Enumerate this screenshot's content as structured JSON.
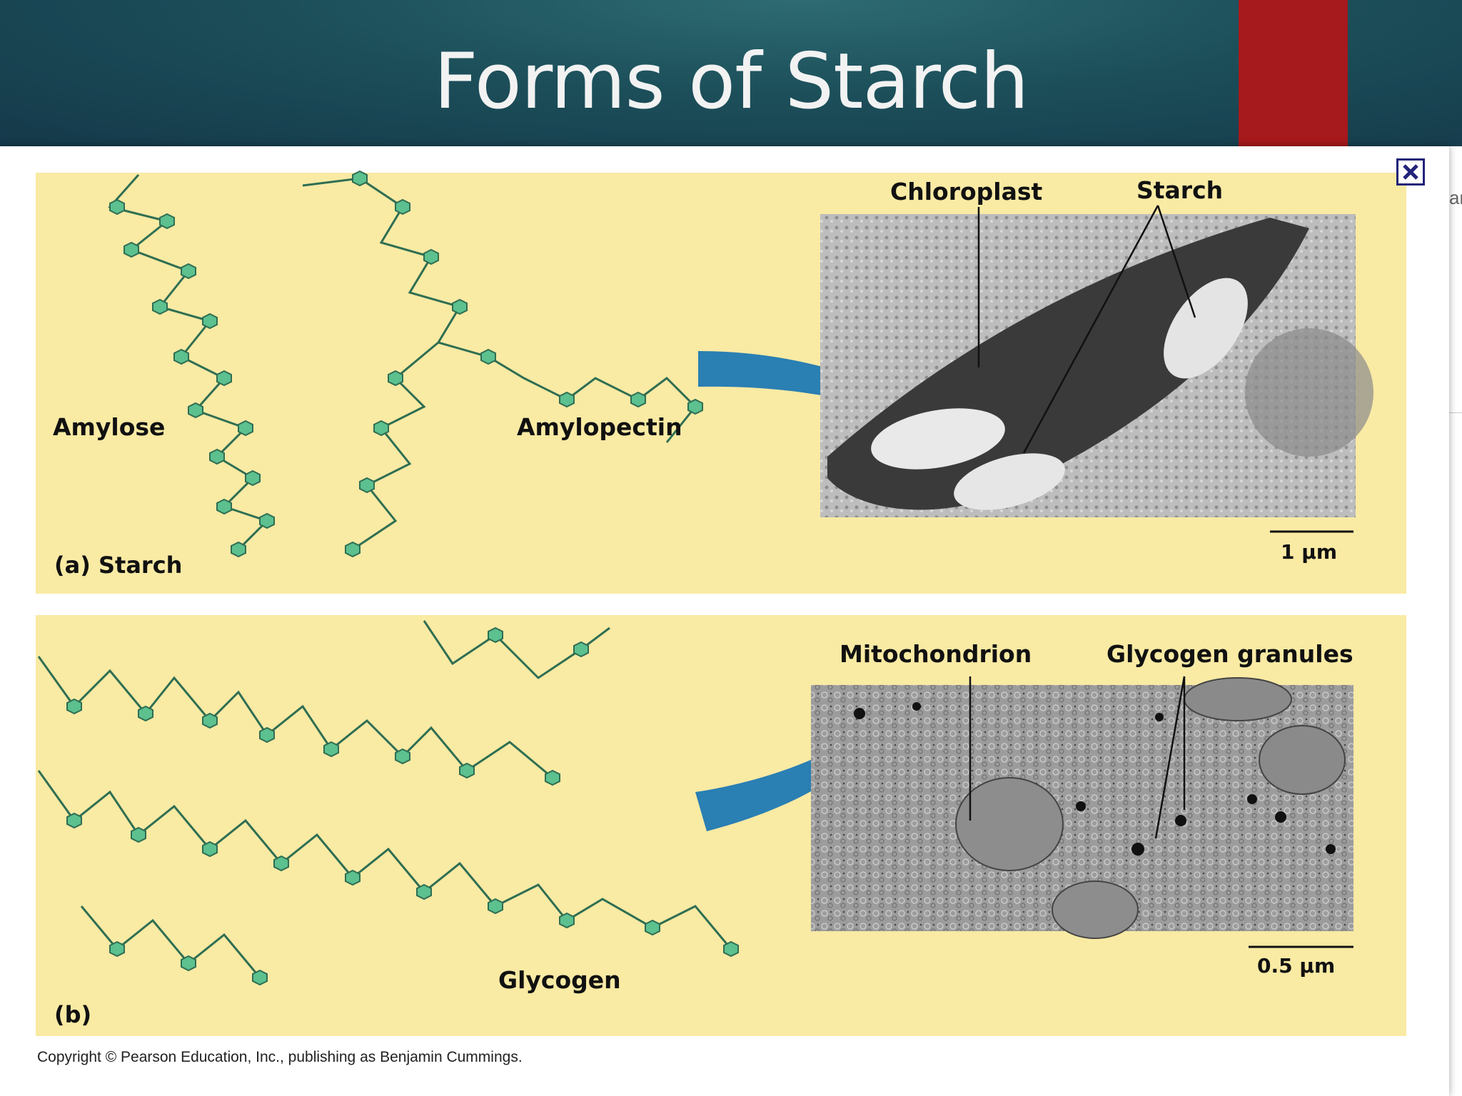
{
  "slide": {
    "title": "Forms of Starch",
    "colors": {
      "header": "#1c4f5a",
      "accent": "#a6191c",
      "panel": "#f9eaa4",
      "sugar_ring": "#4fb48a"
    }
  },
  "lightbox": {
    "close_icon": "close-x-icon"
  },
  "figure": {
    "panel_a": {
      "label": "(a) Starch",
      "molecule_left": "Amylose",
      "molecule_right": "Amylopectin",
      "callout_1": "Chloroplast",
      "callout_2": "Starch",
      "scale": "1 µm"
    },
    "panel_b": {
      "label": "(b)",
      "molecule": "Glycogen",
      "callout_1": "Mitochondrion",
      "callout_2": "Glycogen granules",
      "scale": "0.5 µm"
    },
    "copyright": "Copyright © Pearson Education, Inc., publishing as Benjamin Cummings."
  }
}
